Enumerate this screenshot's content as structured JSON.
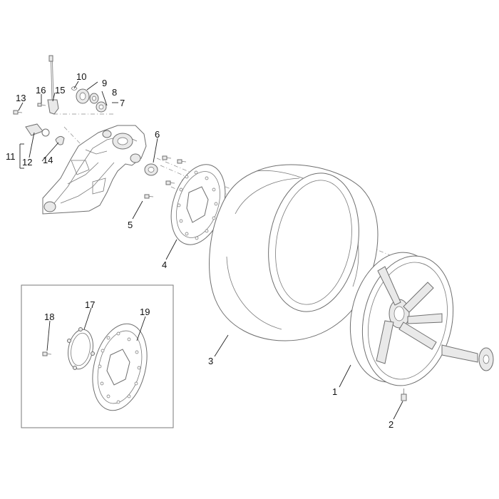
{
  "labels": {
    "p1": "1",
    "p2": "2",
    "p3": "3",
    "p4": "4",
    "p5": "5",
    "p6": "6",
    "p7": "7",
    "p8": "8",
    "p9": "9",
    "p10": "10",
    "p11": "11",
    "p12": "12",
    "p13": "13",
    "p14": "14",
    "p15": "15",
    "p16": "16",
    "p17": "17",
    "p18": "18",
    "p19": "19"
  },
  "colors": {
    "line": "#6f6f6f",
    "text": "#111111",
    "shade": "#e9e9e9"
  }
}
